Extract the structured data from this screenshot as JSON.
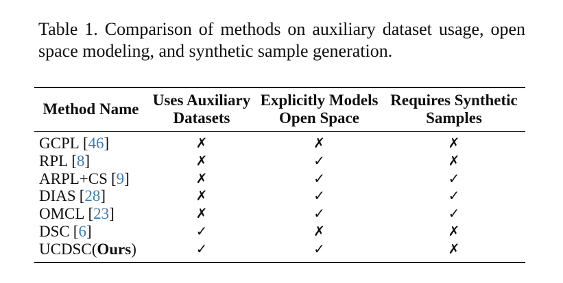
{
  "colors": {
    "background": "#ffffff",
    "text": "#0e0e0e",
    "rule": "#1a1a1a",
    "citation_link": "#3e7cb1"
  },
  "caption": {
    "label": "Table 1.",
    "text": "Comparison of methods on auxiliary dataset usage, open space modeling, and synthetic sample generation."
  },
  "table": {
    "columns": [
      {
        "label": "Method Name"
      },
      {
        "line1": "Uses Auxiliary",
        "line2": "Datasets"
      },
      {
        "line1": "Explicitly Models",
        "line2": "Open Space"
      },
      {
        "line1": "Requires Synthetic",
        "line2": "Samples"
      }
    ],
    "glyphs": {
      "check": "✓",
      "cross": "✗"
    },
    "citation_brackets": {
      "open": "[",
      "close": "]"
    },
    "rows": [
      {
        "name": "GCPL",
        "cite": "46",
        "ours": null,
        "cells": [
          "cross",
          "cross",
          "cross"
        ]
      },
      {
        "name": "RPL",
        "cite": "8",
        "ours": null,
        "cells": [
          "cross",
          "check",
          "cross"
        ]
      },
      {
        "name": "ARPL+CS",
        "cite": "9",
        "ours": null,
        "cells": [
          "cross",
          "check",
          "check"
        ]
      },
      {
        "name": "DIAS",
        "cite": "28",
        "ours": null,
        "cells": [
          "cross",
          "check",
          "check"
        ]
      },
      {
        "name": "OMCL",
        "cite": "23",
        "ours": null,
        "cells": [
          "cross",
          "check",
          "check"
        ]
      },
      {
        "name": "DSC",
        "cite": "6",
        "ours": null,
        "cells": [
          "check",
          "cross",
          "cross"
        ]
      },
      {
        "name": "UCDSC",
        "cite": null,
        "ours": {
          "open": "(",
          "label": "Ours",
          "close": ")"
        },
        "cells": [
          "check",
          "check",
          "cross"
        ]
      }
    ]
  }
}
